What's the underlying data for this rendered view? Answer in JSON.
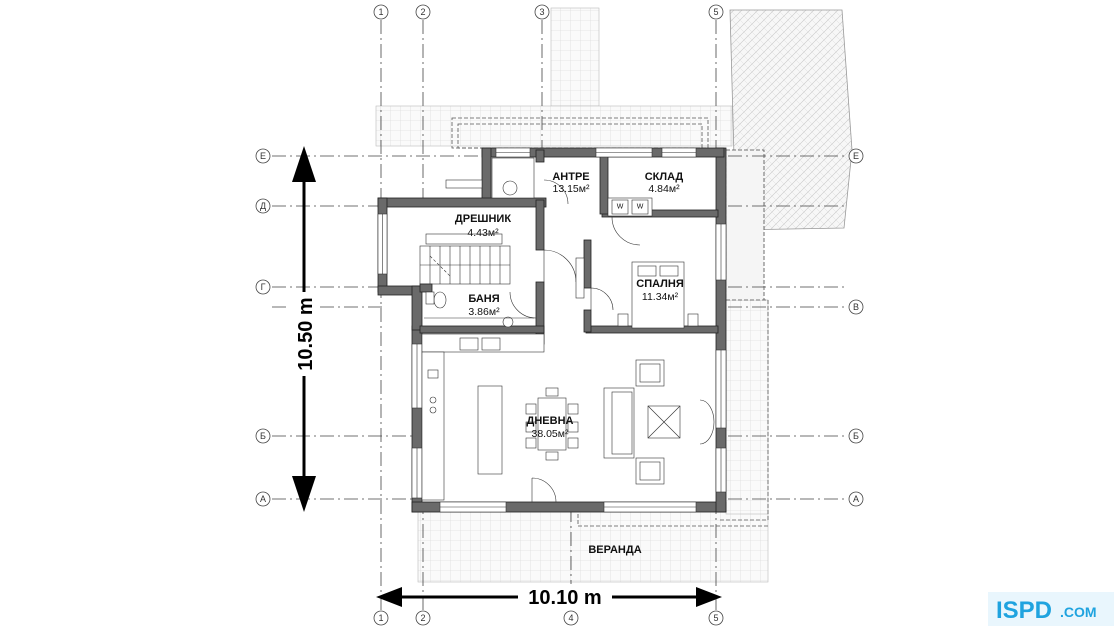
{
  "grid": {
    "vertical_axes": [
      "1",
      "2",
      "3",
      "4",
      "5"
    ],
    "horizontal_axes": [
      "Е",
      "Д",
      "Г",
      "В",
      "Б",
      "А"
    ]
  },
  "rooms": [
    {
      "name": "АНТРЕ",
      "area": "13.15м²"
    },
    {
      "name": "СКЛАД",
      "area": "4.84м²"
    },
    {
      "name": "ДРЕШНИК",
      "area": "4.43м²"
    },
    {
      "name": "БАНЯ",
      "area": "3.86м²"
    },
    {
      "name": "СПАЛНЯ",
      "area": "11.34м²"
    },
    {
      "name": "ДНЕВНА",
      "area": "38.05м²"
    }
  ],
  "veranda": "ВЕРАНДА",
  "dimensions": {
    "width": "10.10 m",
    "height": "10.50 m"
  },
  "appliances": {
    "washer": "W",
    "dryer": "W"
  },
  "logo": {
    "text": "ISPD",
    "suffix": ".COM",
    "color": "#1fa3df"
  }
}
